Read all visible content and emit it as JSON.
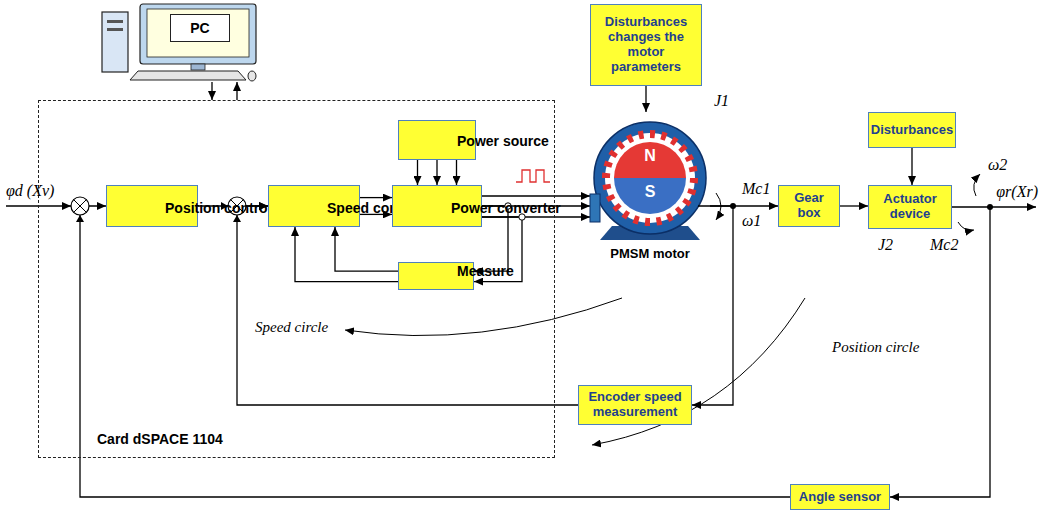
{
  "diagram": {
    "nodes": [
      {
        "text": [
          "PC"
        ]
      },
      {
        "text": [
          "Card dSPACE 1104"
        ]
      },
      {
        "text": [
          "Position controller"
        ],
        "in": 1
      },
      {
        "text": [
          "Speed controller"
        ],
        "in": 1
      },
      {
        "text": [
          "Power source"
        ],
        "in": 1
      },
      {
        "text": [
          "Power converter"
        ],
        "in": 1
      },
      {
        "text": [
          "Measure"
        ],
        "in": 1
      },
      {
        "text": [
          "Disturbances changes the motor parameters"
        ]
      },
      {
        "text": [
          "N",
          "S",
          "PMSM motor"
        ]
      },
      {
        "text": [
          "Gear box"
        ]
      },
      {
        "text": [
          "Disturbances"
        ]
      },
      {
        "text": [
          "Actuator device"
        ]
      },
      {
        "text": [
          "Encoder speed measurement"
        ]
      },
      {
        "text": [
          "Angle sensor"
        ]
      }
    ],
    "edges": [
      {
        "from": 0,
        "to": 1,
        "arrow": "to"
      },
      {
        "from": 1,
        "to": 0,
        "arrow": "to"
      },
      {
        "from": 2,
        "to": 3,
        "arrow": "to"
      },
      {
        "from": 3,
        "to": 5,
        "arrow": "to"
      },
      {
        "from": 3,
        "to": 5,
        "arrow": "to"
      },
      {
        "from": 4,
        "to": 5,
        "arrow": "to"
      },
      {
        "from": 4,
        "to": 5,
        "arrow": "to"
      },
      {
        "from": 4,
        "to": 5,
        "arrow": "to"
      },
      {
        "from": 5,
        "to": 8,
        "arrow": "to"
      },
      {
        "from": 5,
        "to": 8,
        "arrow": "to"
      },
      {
        "from": 5,
        "to": 8,
        "arrow": "to"
      },
      {
        "from": 5,
        "to": 6,
        "arrow": "to"
      },
      {
        "from": 5,
        "to": 6,
        "arrow": "to"
      },
      {
        "from": 6,
        "to": 3,
        "arrow": "to"
      },
      {
        "from": 6,
        "to": 3,
        "arrow": "to"
      },
      {
        "from": 7,
        "to": 8,
        "arrow": "to"
      },
      {
        "from": 8,
        "to": 9,
        "arrow": "to"
      },
      {
        "from": 9,
        "to": 11,
        "arrow": "to"
      },
      {
        "from": 10,
        "to": 11,
        "arrow": "to"
      },
      {
        "from": 8,
        "to": 12,
        "arrow": "to"
      },
      {
        "from": 12,
        "to": 3,
        "arrow": "to"
      },
      {
        "from": 11,
        "to": 13,
        "arrow": "to"
      },
      {
        "from": 13,
        "to": 2,
        "arrow": "to"
      }
    ],
    "labels": [
      "φd (Xv)",
      "J1",
      "Mc1",
      "ω1",
      "J2",
      "Mc2",
      "ω2",
      "φr(Xr)",
      "Speed circle",
      "Position circle"
    ]
  }
}
